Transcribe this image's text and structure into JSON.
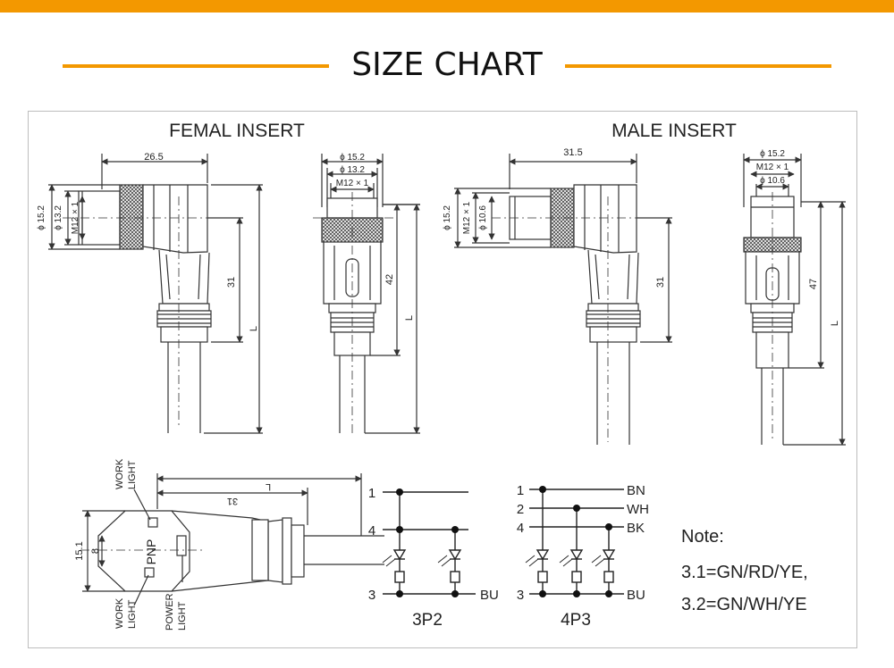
{
  "header": {
    "title": "SIZE CHART",
    "accent_color": "#f39800"
  },
  "female": {
    "title": "FEMAL INSERT",
    "dim_width": "26.5",
    "dim_phi_outer": "ϕ 15.2",
    "dim_phi_inner": "ϕ 13.2",
    "dim_thread": "M12 × 1",
    "dim_height": "31",
    "front_phi_outer": "ϕ 15.2",
    "front_phi_inner": "ϕ 13.2",
    "front_thread": "M12 × 1",
    "front_height": "42",
    "length": "L"
  },
  "male": {
    "title": "MALE INSERT",
    "dim_width": "31.5",
    "dim_phi_outer": "ϕ 15.2",
    "dim_phi_inner": "ϕ 10.6",
    "dim_thread": "M12 × 1",
    "dim_height": "31",
    "front_phi_outer": "ϕ 15.2",
    "front_thread": "M12 × 1",
    "front_phi_inner": "ϕ 10.6",
    "front_height": "47",
    "length": "L"
  },
  "led_view": {
    "work_light_top": [
      "WORK",
      "LIGHT"
    ],
    "work_light_bottom": [
      "WORK",
      "LIGHT"
    ],
    "power_light": [
      "POWER",
      "LIGHT"
    ],
    "pnp_label": "PNP",
    "dim_15_1": "15.1",
    "dim_8": "8",
    "dim_31": "31",
    "dim_L": "L"
  },
  "schematic_3p2": {
    "label": "3P2",
    "pins": [
      "1",
      "4",
      "3"
    ],
    "wire_bu": "BU"
  },
  "schematic_4p3": {
    "label": "4P3",
    "pins": [
      "1",
      "2",
      "4",
      "3"
    ],
    "wires": [
      "BN",
      "WH",
      "BK",
      "BU"
    ]
  },
  "note": {
    "title": "Note:",
    "line1": "3.1=GN/RD/YE,",
    "line2": "3.2=GN/WH/YE"
  }
}
